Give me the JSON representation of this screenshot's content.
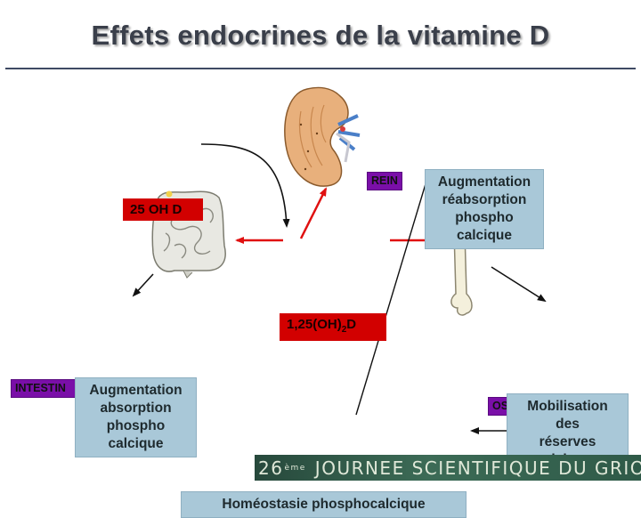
{
  "title": "Effets endocrines de la vitamine D",
  "labels": {
    "rein": "REIN",
    "intestin": "INTESTIN",
    "os": "OS",
    "oh25": "25 OH D",
    "calcitriol_main": "1,25(OH)",
    "calcitriol_sub": "2",
    "calcitriol_end": "D"
  },
  "boxes": {
    "rein": [
      "Augmentation",
      "réabsorption",
      "phospho",
      "calcique"
    ],
    "intestin": [
      "Augmentation",
      "absorption",
      "phospho",
      "calcique"
    ],
    "os": [
      "Mobilisation",
      "des",
      "réserves",
      "calciques"
    ],
    "homeostasie": "Homéostasie phosphocalcique"
  },
  "footer": {
    "number": "26",
    "suffix": "ème",
    "text": "JOURNEE SCIENTIFIQUE DU GRIO"
  },
  "colors": {
    "arrow_red": "#e01010",
    "label_purple": "#7a0fa8",
    "box_blue": "#a9c8d8"
  }
}
